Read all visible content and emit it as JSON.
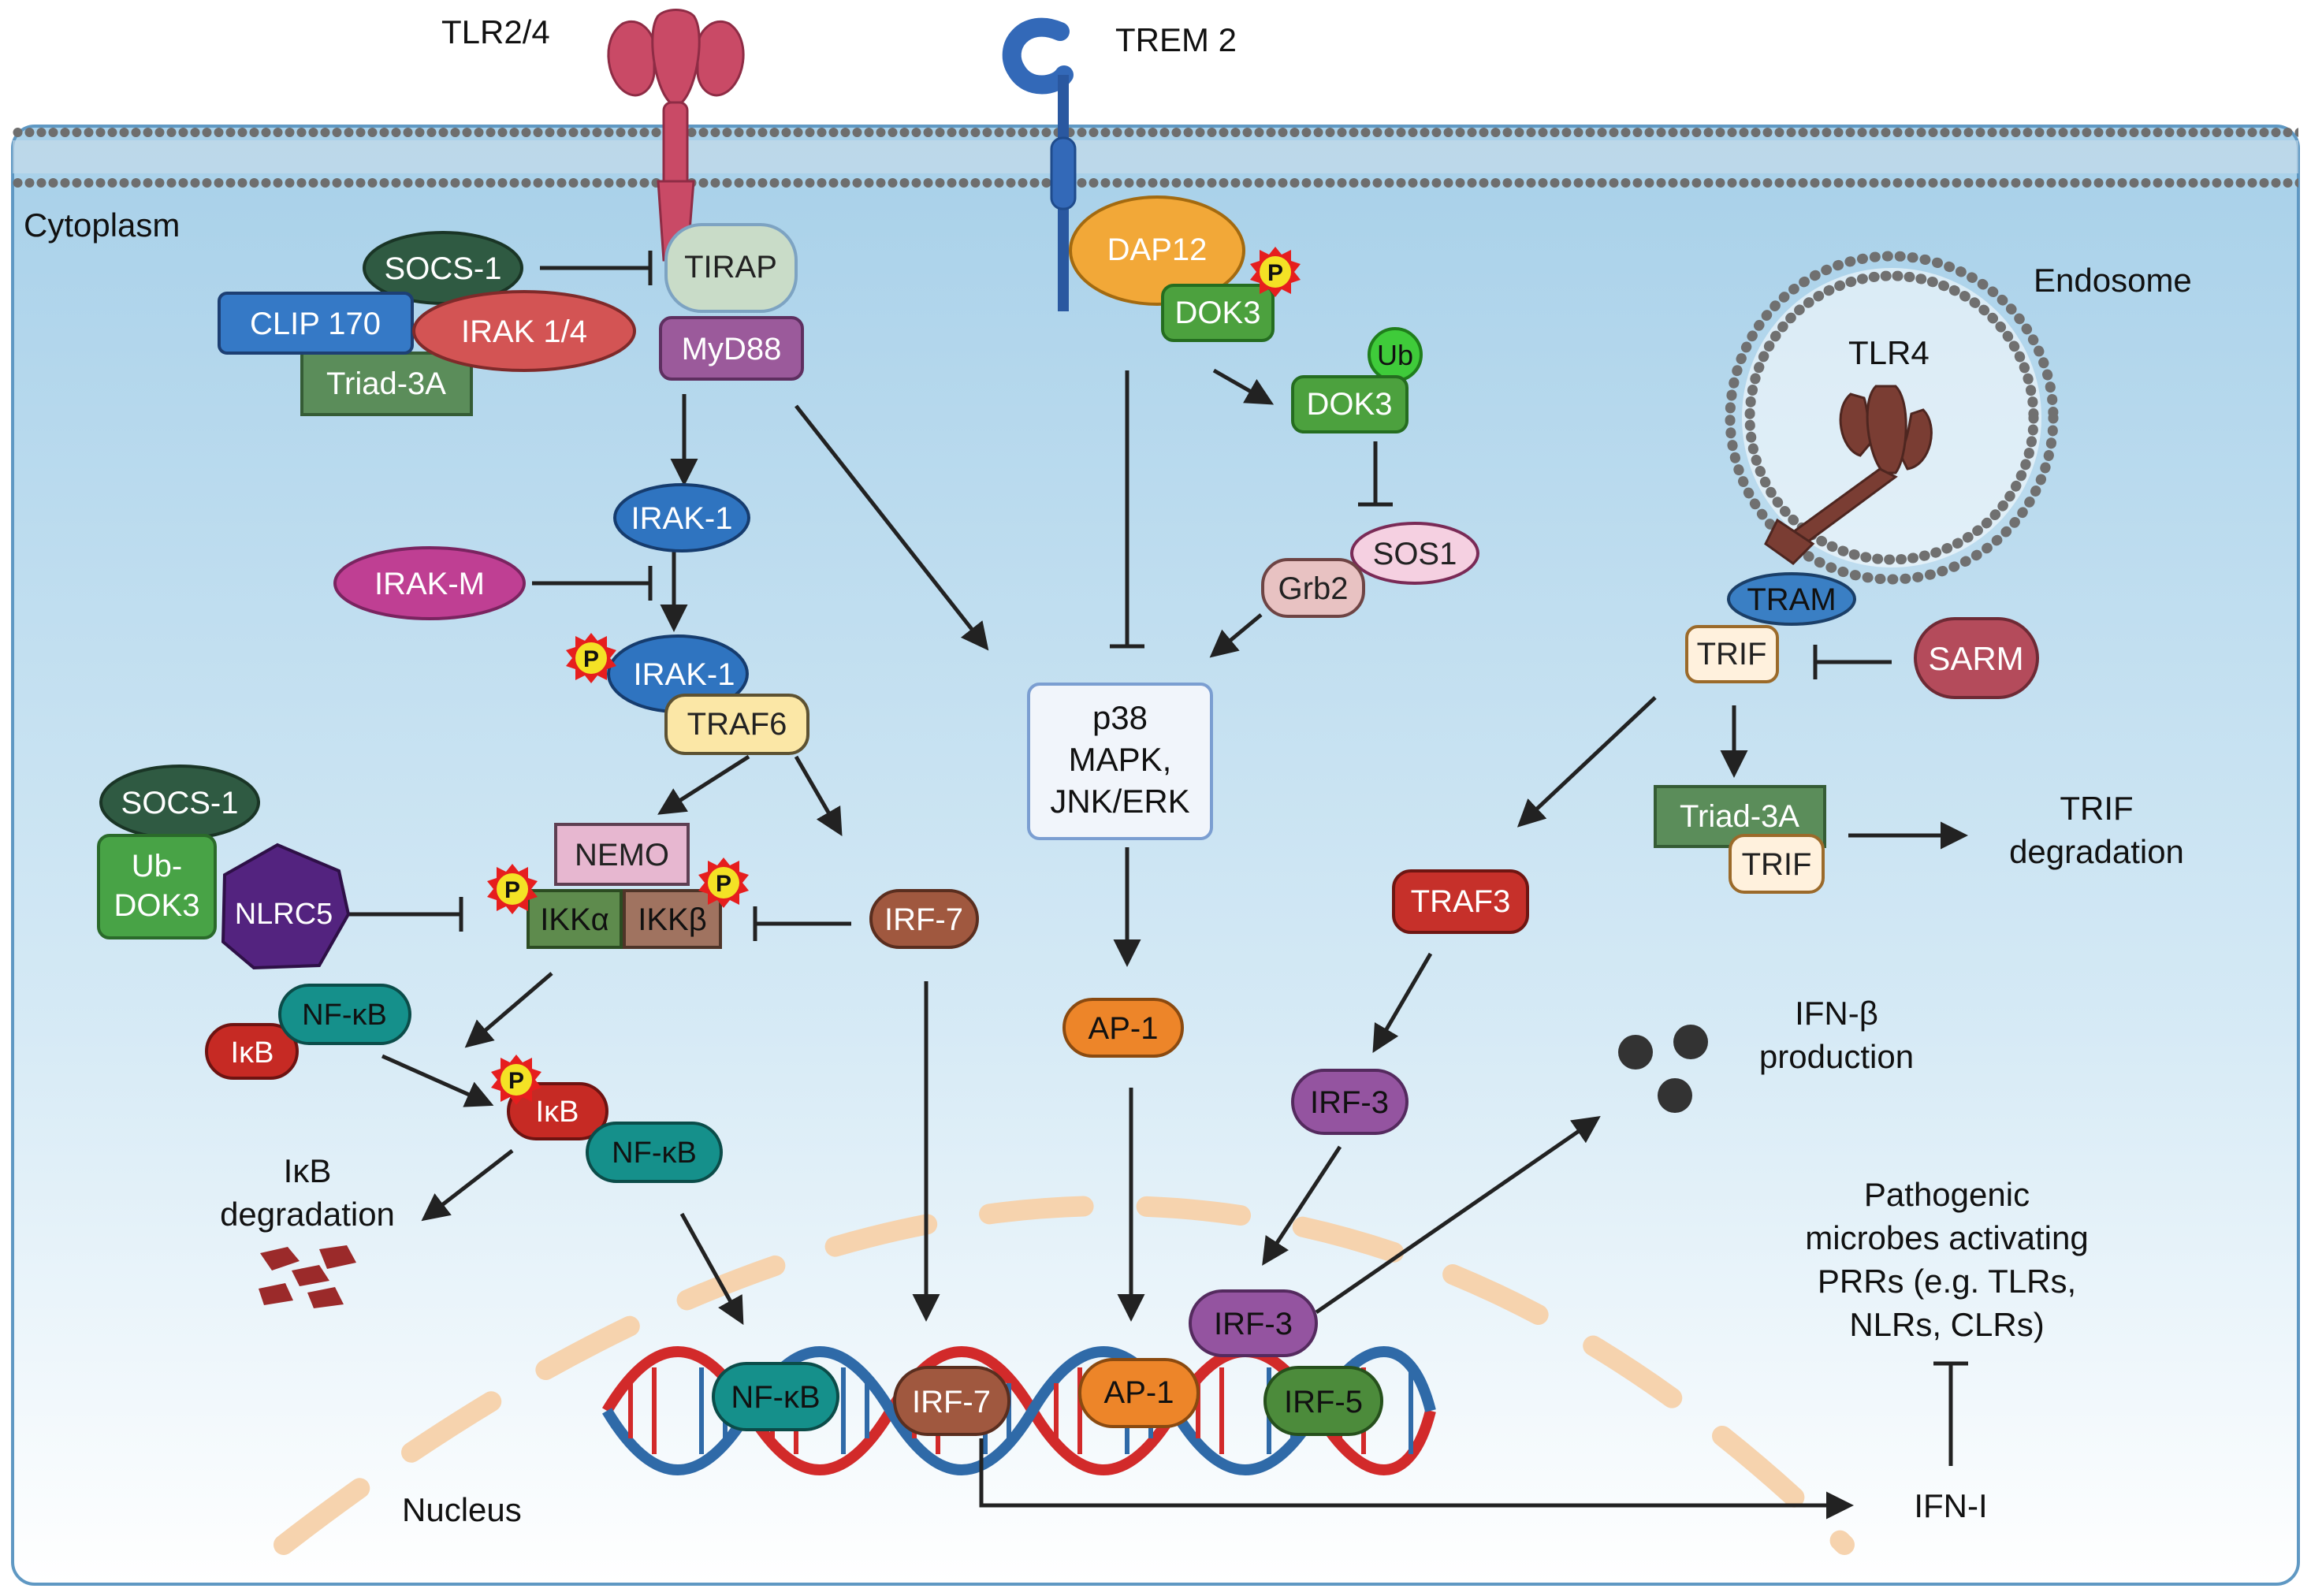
{
  "colors": {
    "cytoplasm_top": "#a9d2ea",
    "cytoplasm_bottom": "#ffffff",
    "membrane_bead": "#6f6f6f",
    "arrow": "#222222",
    "myd88": "#9b5a9b",
    "tirap": "#c9dcc8",
    "irak": "#2f74c0",
    "traf6": "#fbe7a6",
    "nemo": "#e7b7d0",
    "ikka": "#5e8b4d",
    "ikkb": "#a07360",
    "nfkb": "#15908b",
    "ikb": "#c62a24",
    "socs": "#2f5a42",
    "clip": "#3579c6",
    "irak14": "#d35454",
    "triad": "#5b8d5a",
    "irakm": "#bf3f93",
    "nlrc5": "#53237f",
    "ubdok3": "#48a346",
    "dap12": "#f2a838",
    "dok3": "#4ca13e",
    "ub": "#3fcb3a",
    "sos1": "#f5d0e1",
    "grb2": "#e8c2c2",
    "mapk_box": "#f1f5fb",
    "ap1": "#ed8529",
    "tram": "#3a7fc4",
    "trif": "#fff1dd",
    "sarm": "#b44b5b",
    "traf3": "#c6302a",
    "irf3": "#9454a0",
    "irf7": "#a0583f",
    "irf5": "#4c8b3b",
    "tlr24": "#c94a66",
    "tlr4": "#7a3d33",
    "trem2": "#3369b8",
    "phospho_star": "#e61e1e",
    "phospho_core": "#f4e225",
    "dna_red": "#d22a2a",
    "dna_blue": "#2f6aa8",
    "nucleus_dash": "#f7d6b4",
    "ifn_sphere": "#333333",
    "fragment": "#9b2a2a"
  },
  "labels": {
    "tlr24": "TLR2/4",
    "trem2": "TREM 2",
    "cytoplasm": "Cytoplasm",
    "endosome": "Endosome",
    "tlr4": "TLR4",
    "nucleus": "Nucleus",
    "socs1_top": "SOCS-1",
    "tirap": "TIRAP",
    "clip170": "CLIP 170",
    "irak14": "IRAK 1/4",
    "myd88": "MyD88",
    "triad3a_top": "Triad-3A",
    "irak1": "IRAK-1",
    "irakm": "IRAK-M",
    "irak1_p": "IRAK-1",
    "traf6": "TRAF6",
    "socs1_left": "SOCS-1",
    "ubdok3": [
      "Ub-",
      "DOK3"
    ],
    "nlrc5": "NLRC5",
    "nemo": "NEMO",
    "ikka": "IKKα",
    "ikkb": "IKKβ",
    "irf7_mid": "IRF-7",
    "nfkb_1": "NF-κB",
    "ikb_1": "IκB",
    "ikb_2": "IκB",
    "nfkb_2": "NF-κB",
    "ikb_degradation": [
      "IκB",
      "degradation"
    ],
    "dap12": "DAP12",
    "dok3_p": "DOK3",
    "ub": "Ub",
    "dok3_ub": "DOK3",
    "sos1": "SOS1",
    "grb2": "Grb2",
    "mapk": [
      "p38",
      "MAPK,",
      "JNK/ERK"
    ],
    "ap1_mid": "AP-1",
    "tram": "TRAM",
    "trif_top": "TRIF",
    "sarm": "SARM",
    "triad3a_right": "Triad-3A",
    "trif_right": "TRIF",
    "trif_degradation": [
      "TRIF",
      "degradation"
    ],
    "traf3": "TRAF3",
    "irf3_mid": "IRF-3",
    "irf3_low": "IRF-3",
    "ifnb": [
      "IFN-β",
      "production"
    ],
    "pathogenic": [
      "Pathogenic",
      "microbes activating",
      "PRRs (e.g. TLRs,",
      "NLRs, CLRs)"
    ],
    "ifn1": "IFN-I",
    "nfkb_dna": "NF-κB",
    "irf7_dna": "IRF-7",
    "ap1_dna": "AP-1",
    "irf5_dna": "IRF-5",
    "p": "P"
  }
}
